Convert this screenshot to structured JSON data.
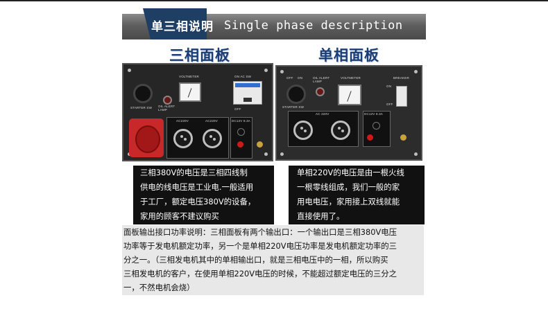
{
  "banner": {
    "title_cn": "单三相说明",
    "title_en": "Single phase description"
  },
  "panels": {
    "three_phase": {
      "title": "三相面板",
      "labels": {
        "voltmeter": "VOLTMETER",
        "on_ac": "ON  AC SW",
        "off": "OFF",
        "oil_alert": "OIL ALERT\nLAMP",
        "starter": "STARTER SW",
        "ac220_1": "AC220V",
        "ac220_2": "AC220V",
        "dc": "DC12V 8.3A"
      }
    },
    "single_phase": {
      "title": "单相面板",
      "labels": {
        "off": "OFF",
        "on": "ON",
        "oil_alert": "OIL ALERT\nLAMP",
        "voltmeter": "VOLTMETER",
        "breaker": "BREAKER",
        "on_r": "ON",
        "off_r": "OFF",
        "starter": "STARTER SW",
        "ac": "AC 220V",
        "dc": "DC12V 8.3A"
      }
    }
  },
  "descriptions": {
    "three_phase_lines": [
      "三相380V的电压是三相四线制",
      "供电的线电压是工业电.一般适用",
      "于工厂，额定电压380V的设备，",
      "家用的顾客不建议购买"
    ],
    "single_phase_lines": [
      "单相220V的电压是由一根火线",
      "一根零线组成，我们一般的家",
      "用电电压，家用接上双线就能",
      "直接使用了。"
    ]
  },
  "body_lines": [
    "面板输出接口功率说明：三相面板有两个输出口：一个输出口是三相380V电压",
    "功率等于发电机额定功率，另一个是单相220V电压功率是发电机额定功率的三",
    "分之一。（三相发电机其中的单相输出口，就是三相电压中的一相，所以购买",
    "三相发电机的客户，在使用单相220V电压的时候，不能超过额定电压的三分之",
    "一，不然电机会烧）"
  ],
  "colors": {
    "banner_tab": "#1f3e63",
    "panel_title": "#1a3d75",
    "description_bg": "#111111",
    "body_bg": "#e8e8e8"
  }
}
